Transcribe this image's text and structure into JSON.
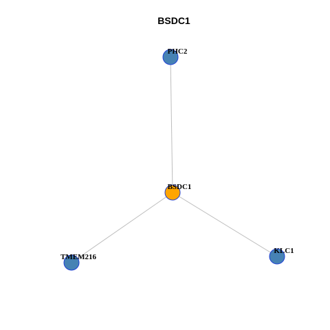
{
  "title": "BSDC1",
  "colors": {
    "center_node": "#FFA500",
    "neighbor_node": "#4682B4",
    "node_border": "#1F3FD6",
    "edge": "#BDBDBD"
  },
  "nodes": [
    {
      "id": "PHC2",
      "label": "PHC2",
      "role": "neighbor"
    },
    {
      "id": "BSDC1",
      "label": "BSDC1",
      "role": "center"
    },
    {
      "id": "TMEM216",
      "label": "TMEM216",
      "role": "neighbor"
    },
    {
      "id": "KLC1",
      "label": "KLC1",
      "role": "neighbor"
    }
  ],
  "edges": [
    {
      "source": "BSDC1",
      "target": "PHC2"
    },
    {
      "source": "BSDC1",
      "target": "TMEM216"
    },
    {
      "source": "BSDC1",
      "target": "KLC1"
    }
  ]
}
